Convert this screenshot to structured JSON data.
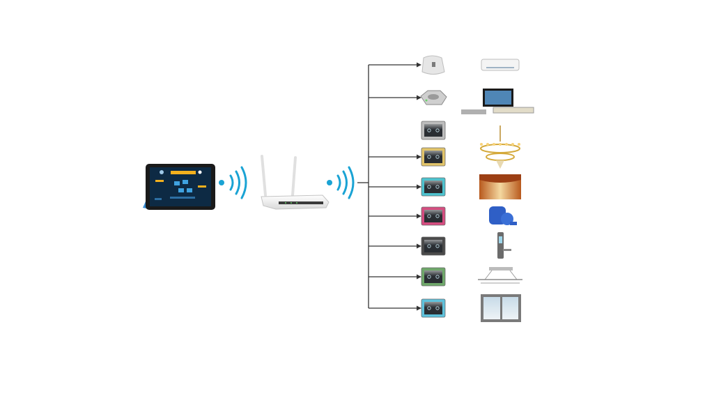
{
  "diagram": {
    "type": "smart-home-network",
    "colors": {
      "background": "#ffffff",
      "wifi_wave": "#1aa3d4",
      "connector_line": "#333333",
      "tablet_frame": "#1a1a1a",
      "tablet_screen": "#0d2a44",
      "tablet_accent": "#f2b01e",
      "tablet_stand": "#3a8fd6",
      "router_body": "#f2f2f2"
    },
    "source": {
      "name": "tablet",
      "icon": "tablet-controller-icon"
    },
    "hub": {
      "name": "wifi-router",
      "icon": "router-icon"
    },
    "connections": [
      {
        "from": "tablet",
        "to": "wifi-router",
        "icon": "wifi-signal-icon"
      },
      {
        "from": "wifi-router",
        "to": "branch-bus",
        "icon": "wifi-signal-icon"
      }
    ],
    "devices": [
      {
        "panel": "smart-plug",
        "panel_color": "#e6e6e6",
        "appliance": "air-conditioner",
        "branch": true
      },
      {
        "panel": "ir-blaster",
        "panel_color": "#cfcfcf",
        "appliance": "tv-and-set-top-box",
        "branch": true
      },
      {
        "panel": "touch-switch-silver",
        "panel_color": "#bdbdbd",
        "appliance": "chandelier",
        "branch": false
      },
      {
        "panel": "touch-switch-gold",
        "panel_color": "#e2c46a",
        "appliance": "chandelier",
        "branch": true
      },
      {
        "panel": "touch-switch-cyan",
        "panel_color": "#4ec3cf",
        "appliance": "curtain",
        "branch": true
      },
      {
        "panel": "touch-switch-pink",
        "panel_color": "#d64d80",
        "appliance": "water-pump",
        "branch": true
      },
      {
        "panel": "touch-switch-dark",
        "panel_color": "#4a4a4a",
        "appliance": "door-lock",
        "branch": true
      },
      {
        "panel": "touch-switch-green",
        "panel_color": "#6fa86a",
        "appliance": "clothes-drying-rack",
        "branch": true
      },
      {
        "panel": "touch-switch-blue",
        "panel_color": "#5fc2dc",
        "appliance": "window",
        "branch": true
      }
    ]
  }
}
